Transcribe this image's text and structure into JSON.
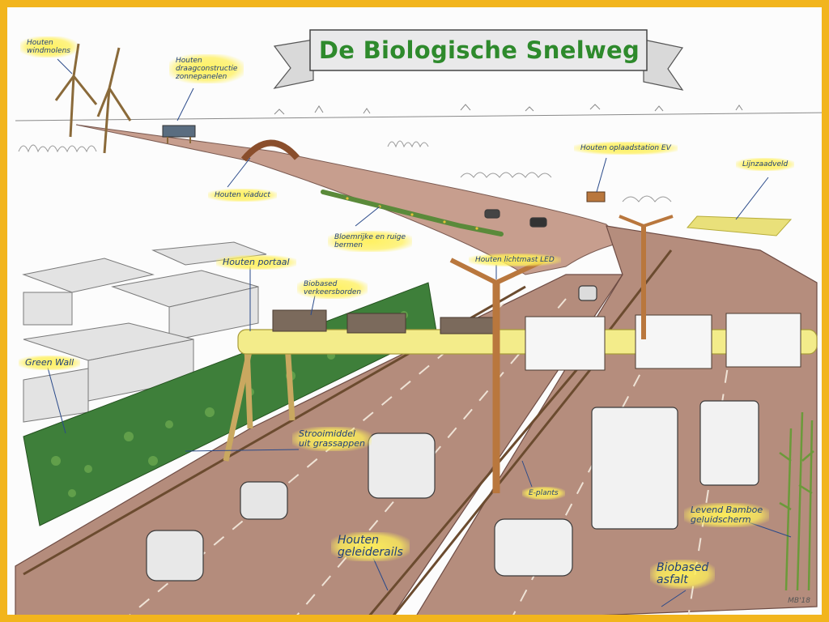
{
  "title": "De Biologische Snelweg",
  "signature": "MB'18",
  "labels": {
    "windmolens": "Houten\nwindmolens",
    "draagconstructie": "Houten\ndraagconstructie\nzonnepanelen",
    "viaduct": "Houten viaduct",
    "oplaadstation": "Houten oplaadstation EV",
    "lijnzaadveld": "Lijnzaadveld",
    "bermen": "Bloemrijke en ruige\nbermen",
    "lichtmast": "Houten lichtmast LED",
    "portaal": "Houten portaal",
    "verkeersborden": "Biobased\nverkeersborden",
    "greenwall": "Green Wall",
    "strooimiddel": "Strooimiddel\nuit grassappen",
    "eplants": "E-plants",
    "bamboe": "Levend Bamboe\ngeluidscherm",
    "geleiderails": "Houten\ngeleiderails",
    "asfalt": "Biobased\nasfalt"
  },
  "colors": {
    "frame": "#f2b51d",
    "title_text": "#2e8a2c",
    "label_text": "#1f3f7a",
    "label_highlight": "#fff05a",
    "asphalt": "#b48c7c",
    "wood": "#b9773d",
    "gantry": "#f3ec8a",
    "greenwall": "#3e7f3a"
  }
}
